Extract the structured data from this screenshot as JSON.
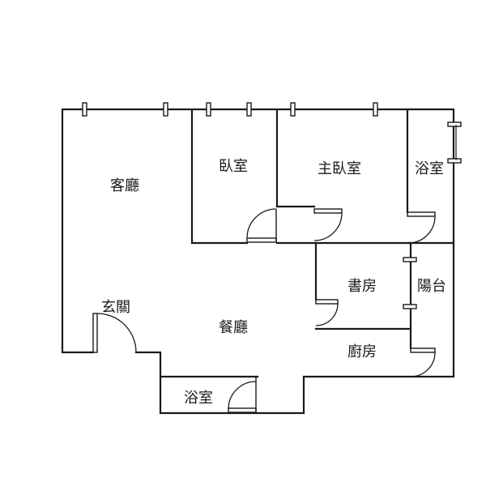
{
  "rooms": {
    "living_room": "客廳",
    "bedroom": "臥室",
    "master_bedroom": "主臥室",
    "bathroom_top": "浴室",
    "study": "書房",
    "balcony": "陽台",
    "entrance": "玄關",
    "dining_room": "餐廳",
    "kitchen": "廚房",
    "bathroom_bottom": "浴室"
  },
  "colors": {
    "wall": "#1a1a1a",
    "background": "#ffffff"
  }
}
